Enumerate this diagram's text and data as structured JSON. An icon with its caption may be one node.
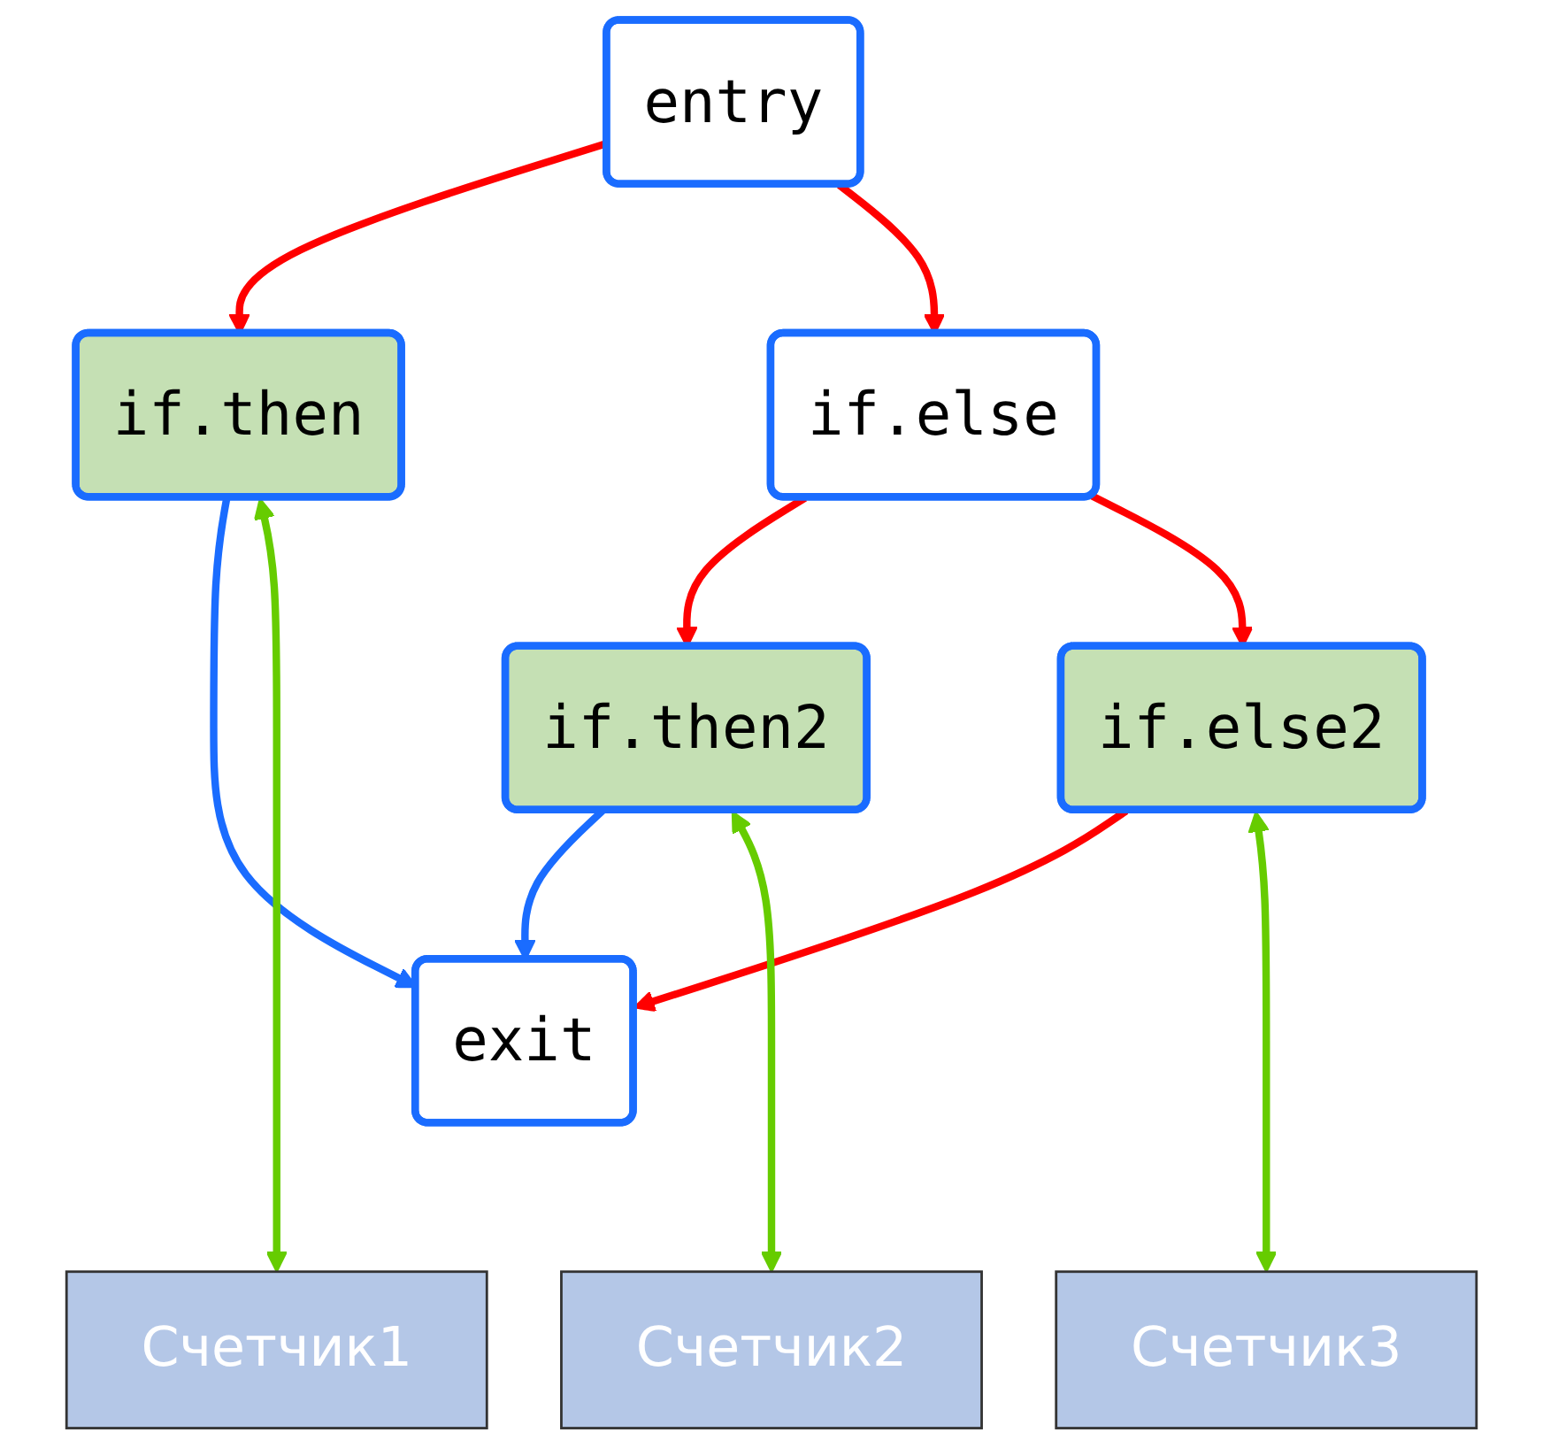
{
  "diagram": {
    "nodes": [
      {
        "text": [
          "entry"
        ]
      },
      {
        "text": [
          "if.then"
        ]
      },
      {
        "text": [
          "if.else"
        ]
      },
      {
        "text": [
          "if.then2"
        ]
      },
      {
        "text": [
          "if.else2"
        ]
      },
      {
        "text": [
          "exit"
        ]
      },
      {
        "text": [
          "Счетчик1"
        ]
      },
      {
        "text": [
          "Счетчик2"
        ]
      },
      {
        "text": [
          "Счетчик3"
        ]
      }
    ],
    "edges": [
      {
        "from": 0,
        "to": 1,
        "arrow": "to",
        "color": "#ff0000"
      },
      {
        "from": 0,
        "to": 2,
        "arrow": "to",
        "color": "#ff0000"
      },
      {
        "from": 1,
        "to": 5,
        "arrow": "to",
        "color": "#1a6cff"
      },
      {
        "from": 2,
        "to": 3,
        "arrow": "to",
        "color": "#ff0000"
      },
      {
        "from": 2,
        "to": 4,
        "arrow": "to",
        "color": "#ff0000"
      },
      {
        "from": 3,
        "to": 5,
        "arrow": "to",
        "color": "#1a6cff"
      },
      {
        "from": 4,
        "to": 5,
        "arrow": "to",
        "color": "#ff0000"
      },
      {
        "from": 1,
        "to": 6,
        "arrow": "both",
        "color": "#66cc00"
      },
      {
        "from": 3,
        "to": 7,
        "arrow": "both",
        "color": "#66cc00"
      },
      {
        "from": 4,
        "to": 8,
        "arrow": "both",
        "color": "#66cc00"
      }
    ]
  }
}
